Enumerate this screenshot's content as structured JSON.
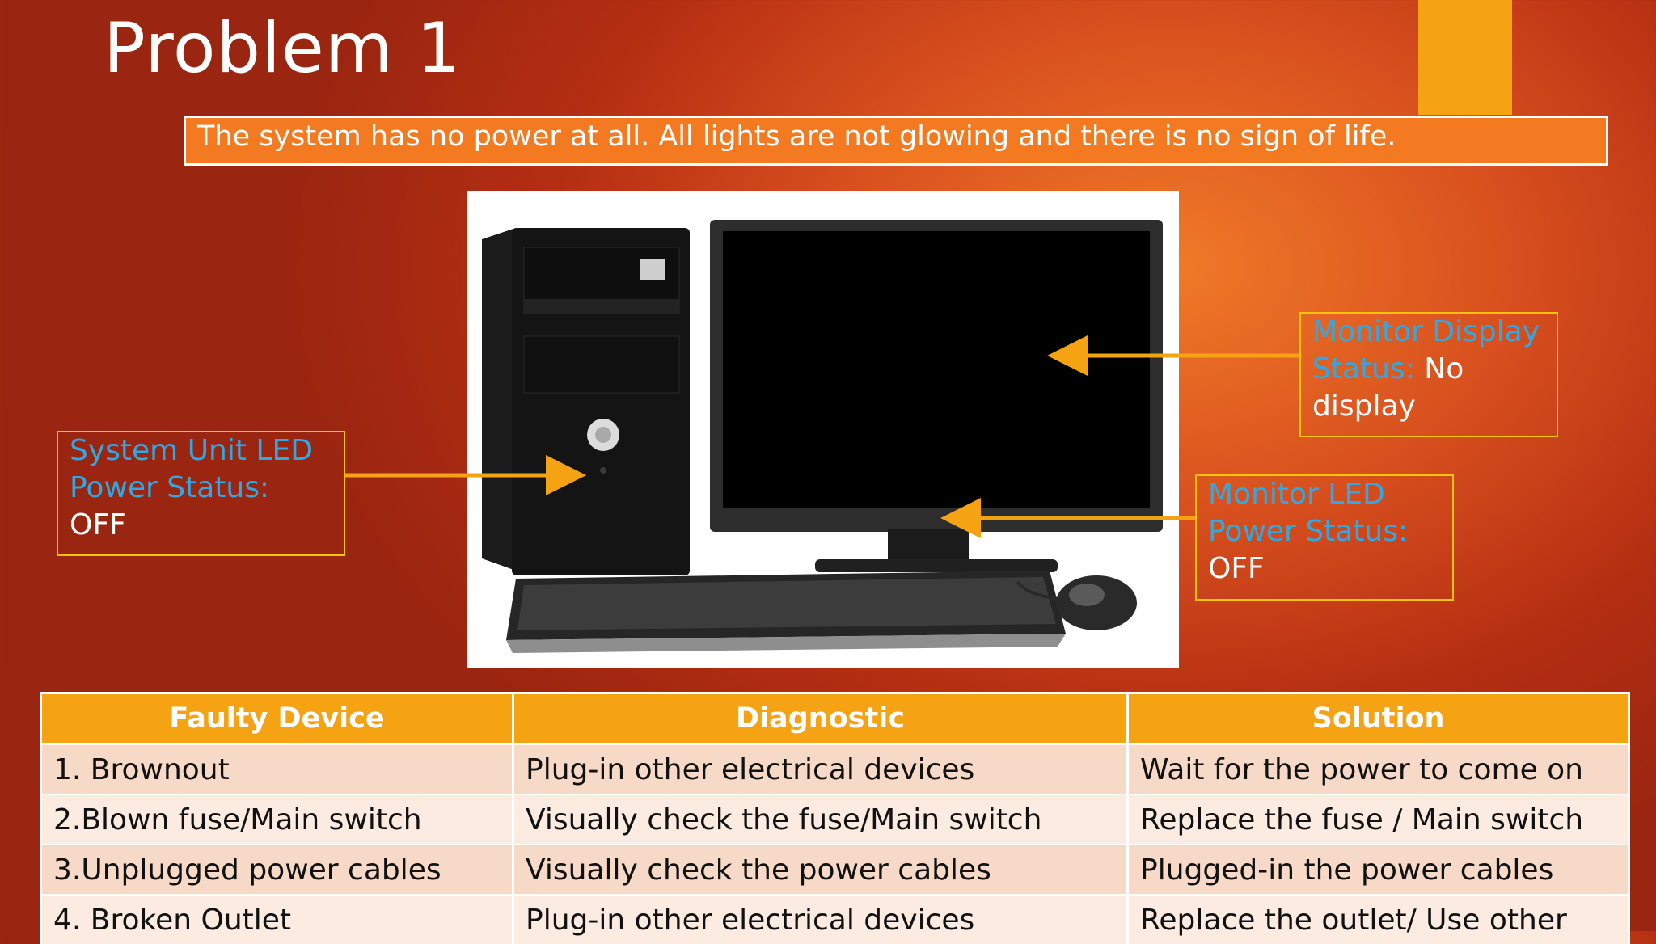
{
  "slide": {
    "title": "Problem 1",
    "problem_statement": "The system has no power at all. All lights are not glowing and there is no sign of life."
  },
  "callouts": {
    "system_unit": {
      "label": "System Unit LED Power Status:",
      "value": "OFF"
    },
    "monitor_display": {
      "label": "Monitor Display Status:",
      "value": "No display"
    },
    "monitor_led": {
      "label": "Monitor LED Power Status:",
      "value": "OFF"
    }
  },
  "table": {
    "headers": [
      "Faulty Device",
      "Diagnostic",
      "Solution"
    ],
    "rows": [
      [
        "1. Brownout",
        "Plug-in other electrical devices",
        "Wait for the power to come on"
      ],
      [
        "2.Blown fuse/Main switch",
        "Visually check the fuse/Main switch",
        "Replace the fuse / Main switch"
      ],
      [
        "3.Unplugged power cables",
        "Visually check the power cables",
        "Plugged-in the power cables"
      ],
      [
        "4. Broken Outlet",
        "Plug-in other electrical devices",
        "Replace the outlet/ Use other"
      ]
    ]
  },
  "colors": {
    "accent_orange": "#f5a313",
    "banner_orange": "#f47a22",
    "callout_border": "#f5c20f",
    "label_blue": "#2da9e6",
    "arrow": "#f5a313"
  },
  "icons": [
    "computer-tower-icon",
    "monitor-icon",
    "keyboard-icon",
    "mouse-icon"
  ]
}
